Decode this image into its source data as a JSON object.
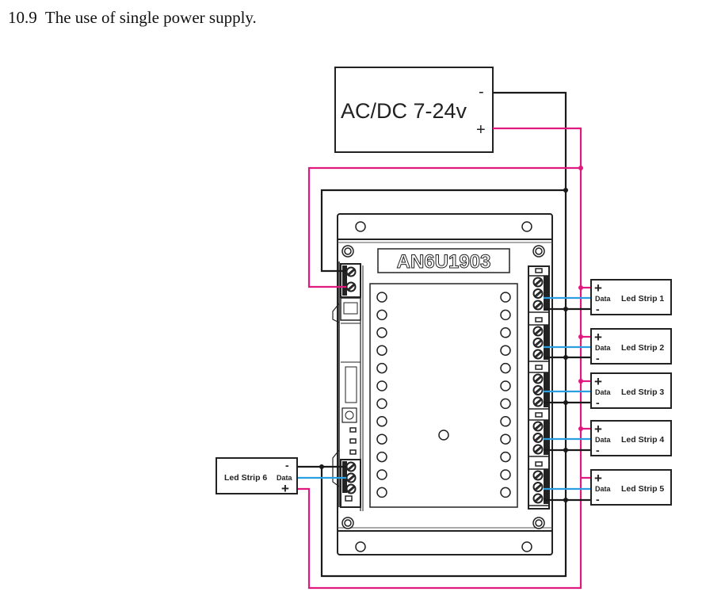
{
  "heading": {
    "number": "10.9",
    "text": "The use of single power supply."
  },
  "power_supply": {
    "label": "AC/DC 7-24v",
    "minus_label": "-",
    "plus_label": "+"
  },
  "controller": {
    "model": "AN6U1903"
  },
  "led_strips": [
    {
      "name": "Led Strip 1",
      "plus": "+",
      "data": "Data",
      "minus": "-"
    },
    {
      "name": "Led Strip 2",
      "plus": "+",
      "data": "Data",
      "minus": "-"
    },
    {
      "name": "Led Strip 3",
      "plus": "+",
      "data": "Data",
      "minus": "-"
    },
    {
      "name": "Led Strip 4",
      "plus": "+",
      "data": "Data",
      "minus": "-"
    },
    {
      "name": "Led Strip 5",
      "plus": "+",
      "data": "Data",
      "minus": "-"
    },
    {
      "name": "Led Strip 6",
      "plus": "+",
      "data": "Data",
      "minus": "-"
    }
  ],
  "colors": {
    "positive_wire": "#e0197f",
    "negative_wire": "#1a1a1a",
    "data_wire": "#2a9ee0"
  }
}
